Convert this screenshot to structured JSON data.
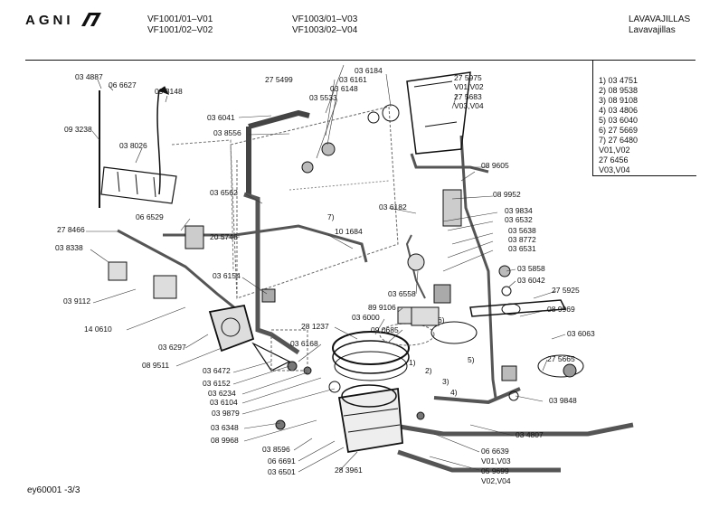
{
  "header": {
    "brand": "AGNI",
    "models_col1": [
      "VF1001/01–V01",
      "VF1001/02–V02"
    ],
    "models_col2": [
      "VF1003/01–V03",
      "VF1003/02–V04"
    ],
    "category": [
      "LAVAVAJILLAS",
      "Lavavajillas"
    ]
  },
  "legend": [
    "1)  03 4751",
    "2)  08 9538",
    "3)  08 9108",
    "4)  03 4806",
    "5)  03 6040",
    "6)  27 5669",
    "7)  27 6480",
    "      V01,V02",
    "      27 6456",
    "      V03,V04"
  ],
  "parts": [
    "03 4887",
    "06 6627",
    "09 3148",
    "27 5499",
    "03 6184",
    "03 6161",
    "03 6148",
    "03 5533",
    "27 5975",
    "V01,V02",
    "27 5683",
    "V03,V04",
    "09 3238",
    "03 6041",
    "03 8556",
    "03 8026",
    "08 9605",
    "08 9952",
    "06 6529",
    "03 6562",
    "27 8466",
    "20 5746",
    "03 6182",
    "7)",
    "10 1684",
    "03 9834",
    "03 6532",
    "03 5638",
    "03 8772",
    "03 6531",
    "03 8338",
    "03 5858",
    "03 6042",
    "27 5925",
    "03 9112",
    "03 6154",
    "03 6558",
    "89 9106",
    "03 6000",
    "6)",
    "08 9969",
    "14 0610",
    "28 1237",
    "09 0685",
    "03 6063",
    "03 6297",
    "03 6168",
    "5)",
    "27 5665",
    "08 9511",
    "03 6472",
    "03 6152",
    "03 6234",
    "03 6104",
    "03 9879",
    "1)",
    "2)",
    "3)",
    "4)",
    "03 6348",
    "08 9968",
    "03 9848",
    "03 4807",
    "03 8596",
    "06 6691",
    "03 6501",
    "28 3961",
    "06 6639",
    "V01,V03",
    "05 9699",
    "V02,V04"
  ],
  "footer": "ey60001 -3/3"
}
